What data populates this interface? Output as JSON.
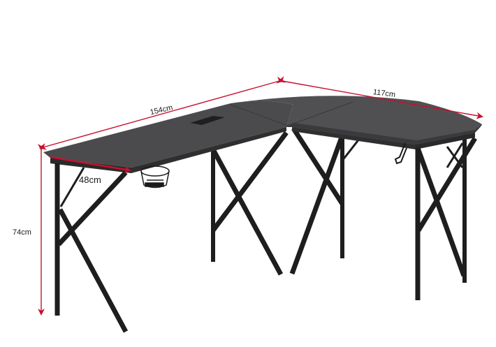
{
  "diagram": {
    "subject": "L-shaped corner desk",
    "colors": {
      "dimension_line": "#c8102e",
      "desktop_top": "#4a4a4c",
      "desktop_edge": "#2a2a2b",
      "frame": "#1e1e1e",
      "background": "#ffffff"
    },
    "dimensions": {
      "left_length": "154cm",
      "right_length": "117cm",
      "depth": "48cm",
      "height": "74cm"
    }
  }
}
